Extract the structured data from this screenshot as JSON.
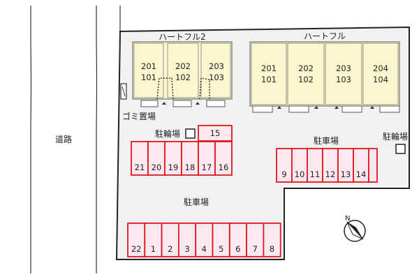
{
  "road_label": "道路",
  "buildings": [
    {
      "name": "ハートフル2",
      "units": [
        {
          "upper": "201",
          "lower": "101"
        },
        {
          "upper": "202",
          "lower": "102"
        },
        {
          "upper": "203",
          "lower": "103"
        }
      ]
    },
    {
      "name": "ハートフル",
      "units": [
        {
          "upper": "201",
          "lower": "101"
        },
        {
          "upper": "202",
          "lower": "102"
        },
        {
          "upper": "203",
          "lower": "103"
        },
        {
          "upper": "204",
          "lower": "104"
        }
      ]
    }
  ],
  "garbage_label": "ゴミ置場",
  "bike_parking_label": "駐輪場",
  "parking_label": "駐車場",
  "parking_spaces": {
    "upper_left": [
      "15",
      "21",
      "20",
      "19",
      "18",
      "17",
      "16"
    ],
    "right": [
      "9",
      "10",
      "11",
      "12",
      "13",
      "14"
    ],
    "bottom": [
      "22",
      "1",
      "2",
      "3",
      "4",
      "5",
      "6",
      "7",
      "8"
    ]
  },
  "compass_label": "N",
  "colors": {
    "building_fill": "#fbf7cf",
    "parking_fill": "#fce9ef",
    "parking_stroke": "#e0161e",
    "lot_fill": "#f1f1f1"
  }
}
